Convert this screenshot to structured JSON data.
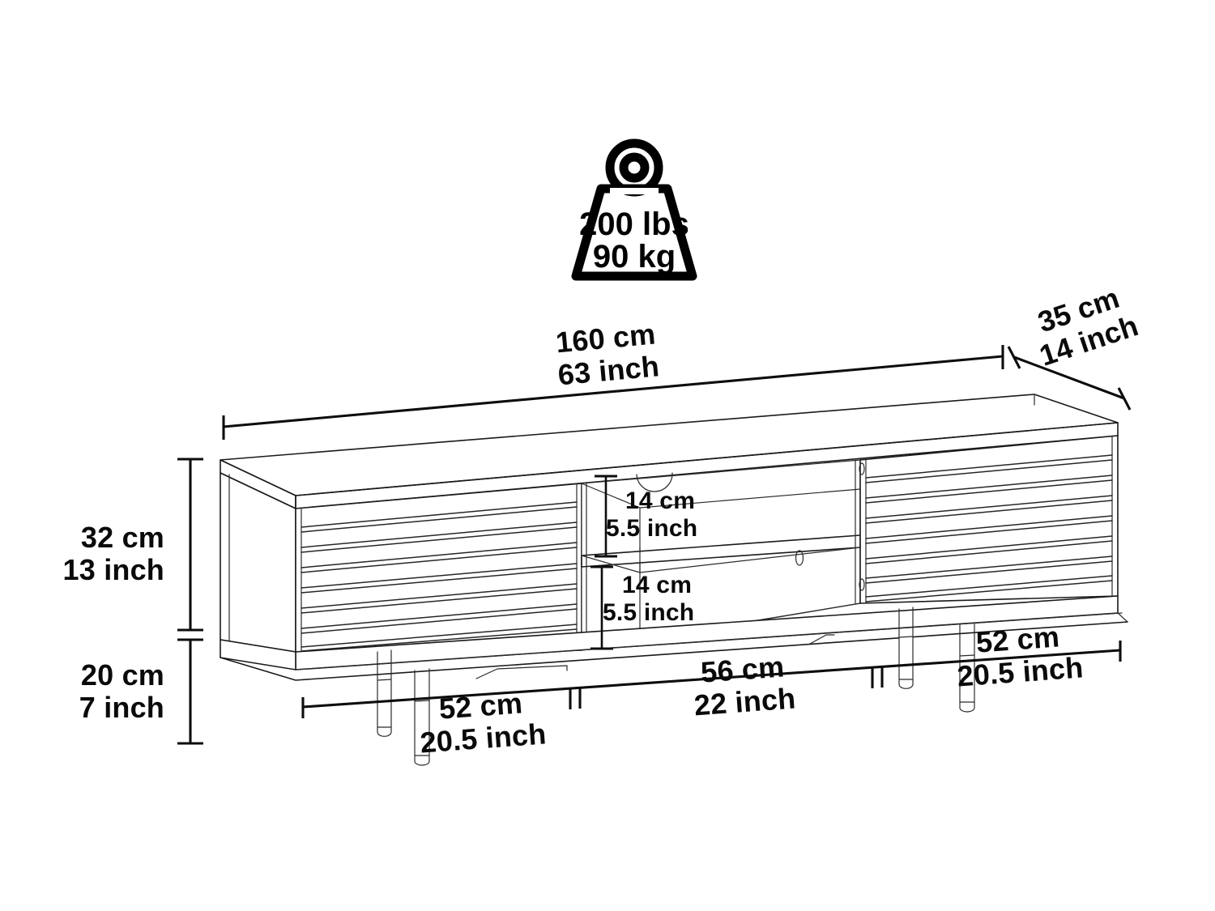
{
  "diagram": {
    "title": "TV Stand Dimension Diagram",
    "product": "slatted-tv-stand",
    "background_color": "#ffffff",
    "line_color": "#1a1a1a",
    "text_color": "#0a0a0a"
  },
  "weight_badge": {
    "icon": "weight-icon",
    "line1": "200 lbs",
    "line2": "90 kg"
  },
  "dimensions": {
    "width": {
      "label": "width-dimension",
      "cm": "160 cm",
      "inch": "63 inch"
    },
    "depth": {
      "label": "depth-dimension",
      "cm": "35 cm",
      "inch": "14 inch"
    },
    "cabinet_height": {
      "label": "cabinet-height-dimension",
      "cm": "32 cm",
      "inch": "13 inch"
    },
    "leg_height": {
      "label": "leg-height-dimension",
      "cm": "20 cm",
      "inch": "7 inch"
    },
    "upper_shelf": {
      "label": "upper-shelf-height",
      "cm": "14 cm",
      "inch": "5.5 inch"
    },
    "lower_shelf": {
      "label": "lower-shelf-height",
      "cm": "14 cm",
      "inch": "5.5 inch"
    },
    "left_door": {
      "label": "left-door-width",
      "cm": "52 cm",
      "inch": "20.5 inch"
    },
    "center_open": {
      "label": "center-compartment-width",
      "cm": "56 cm",
      "inch": "22 inch"
    },
    "right_door": {
      "label": "right-door-width",
      "cm": "52 cm",
      "inch": "20.5 inch"
    }
  },
  "structure": {
    "left_cabinet_slat_count": 8,
    "right_cabinet_slat_count": 8,
    "leg_count": 6,
    "center_shelf_count": 1
  }
}
